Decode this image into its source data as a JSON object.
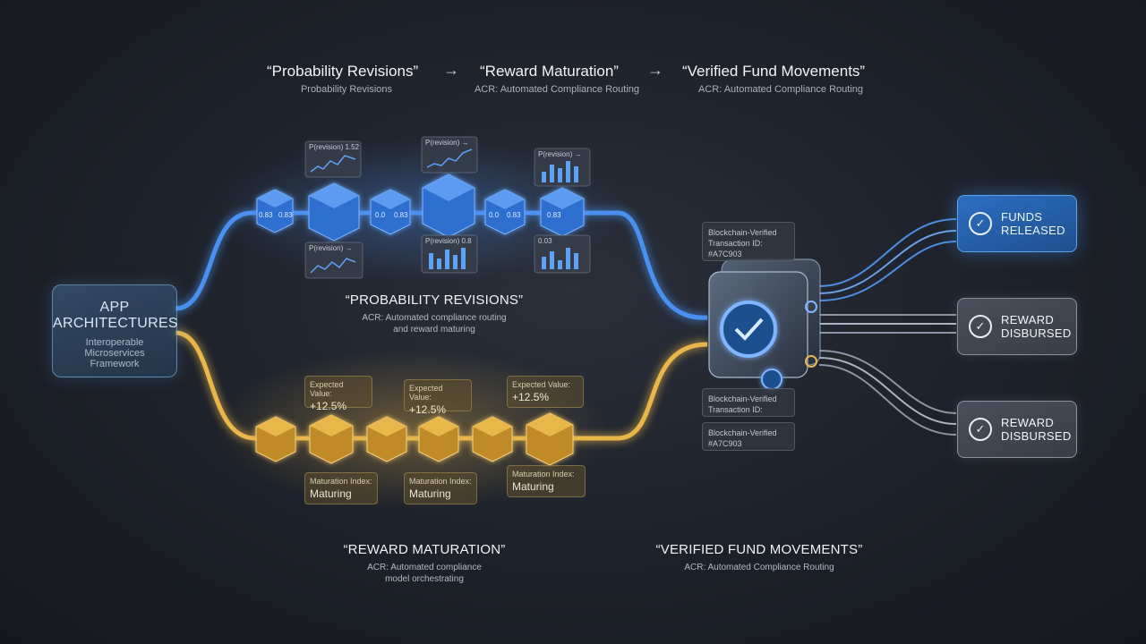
{
  "header": {
    "stages": [
      {
        "title": "“Probability Revisions”",
        "subtitle": "Probability Revisions"
      },
      {
        "title": "“Reward Maturation”",
        "subtitle": "ACR: Automated Compliance Routing"
      },
      {
        "title": "“Verified Fund Movements”",
        "subtitle": "ACR: Automated Compliance Routing"
      }
    ],
    "arrow": "→"
  },
  "app": {
    "title_line1": "APP",
    "title_line2": "ARCHITECTURES",
    "sub_line1": "Interoperable",
    "sub_line2": "Microservices",
    "sub_line3": "Framework"
  },
  "blue_lane": {
    "charts": [
      {
        "label": "P(revision) 1.52",
        "kind": "line"
      },
      {
        "label": "P(revision) →",
        "kind": "line"
      },
      {
        "label": "P(revision) →",
        "kind": "bar"
      },
      {
        "label": "P(revision) →",
        "kind": "line"
      },
      {
        "label": "P(revision) 0.8",
        "kind": "bar"
      },
      {
        "label": "0.03",
        "kind": "bar"
      }
    ],
    "cube_labels": [
      "0.83",
      "0.83",
      "0.0",
      "0.83",
      "0.0",
      "0.83",
      "0.83"
    ],
    "title": "“PROBABILITY REVISIONS”",
    "sub_line1": "ACR: Automated compliance routing",
    "sub_line2": "and reward maturing"
  },
  "gold_lane": {
    "cards_top": [
      {
        "label": "Expected Value:",
        "value": "+12.5%"
      },
      {
        "label": "Expected Value:",
        "value": "+12.5%"
      },
      {
        "label": "Expected Value:",
        "value": "+12.5%"
      }
    ],
    "cards_bottom": [
      {
        "label": "Maturation Index:",
        "value": "Maturing"
      },
      {
        "label": "Maturation Index:",
        "value": "Maturing"
      },
      {
        "label": "Maturation Index:",
        "value": "Maturing"
      }
    ],
    "title": "“REWARD MATURATION”",
    "sub_line1": "ACR: Automated compliance",
    "sub_line2": "model orchestrating"
  },
  "verify": {
    "tx_top": [
      "Blockchain-Verified",
      "Transaction ID:",
      "#A7C903"
    ],
    "tx_mid": [
      "Blockchain-Verified",
      "Transaction ID:"
    ],
    "tx_bot": [
      "Blockchain-Verified",
      "#A7C903"
    ],
    "title": "“VERIFIED FUND MOVEMENTS”",
    "subtitle": "ACR: Automated Compliance Routing"
  },
  "outputs": [
    {
      "line1": "FUNDS",
      "line2": "RELEASED"
    },
    {
      "line1": "REWARD",
      "line2": "DISBURSED"
    },
    {
      "line1": "REWARD",
      "line2": "DISBURSED"
    }
  ],
  "colors": {
    "blue": "#4a90f0",
    "gold": "#e8b64a",
    "background": "#1d2129"
  }
}
